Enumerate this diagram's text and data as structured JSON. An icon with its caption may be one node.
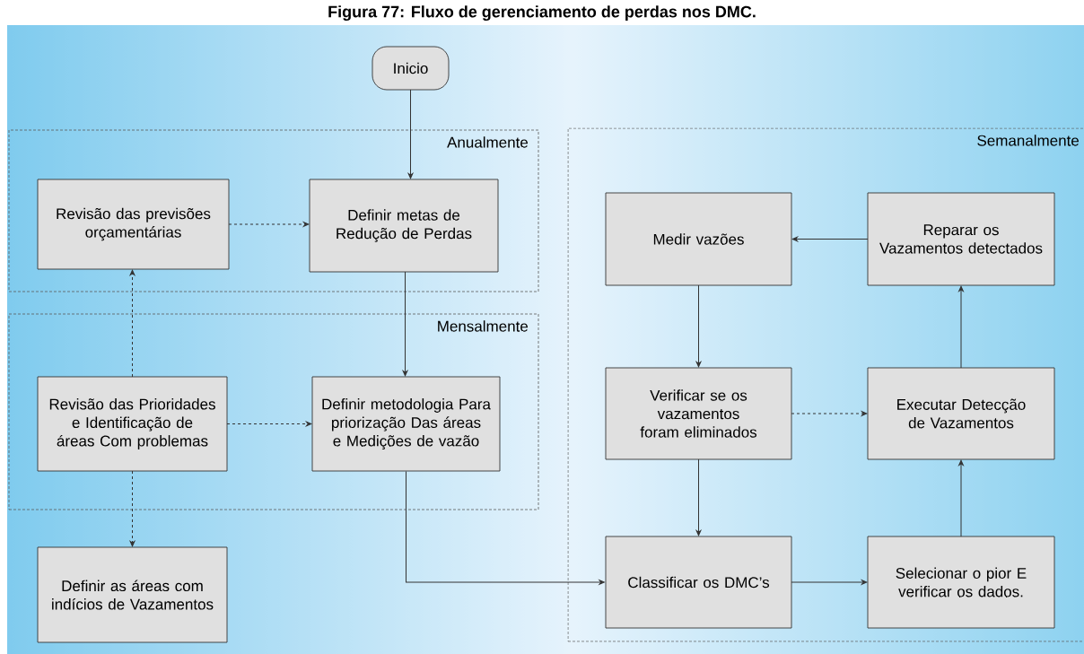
{
  "diagram": {
    "title": "Figura 77: Fluxo de gerenciamento de perdas nos DMC.",
    "nodes": [
      {
        "text": [
          "Inicio"
        ]
      },
      {
        "text": [
          "Anualmente"
        ]
      },
      {
        "text": [
          "Revisão das previsões orçamentárias"
        ],
        "in": 1
      },
      {
        "text": [
          "Definir metas de Redução de Perdas"
        ],
        "in": 1
      },
      {
        "text": [
          "Mensalmente"
        ]
      },
      {
        "text": [
          "Revisão das Prioridades e Identificação de áreas Com problemas"
        ],
        "in": 4
      },
      {
        "text": [
          "Definir metodologia Para priorização Das áreas e Medições de vazão"
        ],
        "in": 4
      },
      {
        "text": [
          "Definir as áreas com indícios de Vazamentos"
        ]
      },
      {
        "text": [
          "Semanalmente"
        ]
      },
      {
        "text": [
          "Medir vazões"
        ],
        "in": 8
      },
      {
        "text": [
          "Reparar os Vazamentos detectados"
        ],
        "in": 8
      },
      {
        "text": [
          "Verificar se os vazamentos foram eliminados"
        ],
        "in": 8
      },
      {
        "text": [
          "Executar Detecção de Vazamentos"
        ],
        "in": 8
      },
      {
        "text": [
          "Classificar os DMC’s"
        ],
        "in": 8
      },
      {
        "text": [
          "Selecionar o pior E verificar os dados."
        ],
        "in": 8
      }
    ],
    "edges": [
      {
        "from": 0,
        "to": 3,
        "arrow": "to"
      },
      {
        "from": 2,
        "to": 3,
        "arrow": "to",
        "style": "dashed"
      },
      {
        "from": 3,
        "to": 6,
        "arrow": "to"
      },
      {
        "from": 5,
        "to": 6,
        "arrow": "to",
        "style": "dashed"
      },
      {
        "from": 5,
        "to": 2,
        "arrow": "to",
        "style": "dashed"
      },
      {
        "from": 5,
        "to": 7,
        "arrow": "to",
        "style": "dashed"
      },
      {
        "from": 6,
        "to": 13,
        "arrow": "to"
      },
      {
        "from": 10,
        "to": 9,
        "arrow": "to"
      },
      {
        "from": 9,
        "to": 11,
        "arrow": "to"
      },
      {
        "from": 11,
        "to": 12,
        "arrow": "to",
        "style": "dashed"
      },
      {
        "from": 11,
        "to": 13,
        "arrow": "to"
      },
      {
        "from": 13,
        "to": 14,
        "arrow": "to"
      },
      {
        "from": 14,
        "to": 12,
        "arrow": "to"
      },
      {
        "from": 12,
        "to": 10,
        "arrow": "to"
      }
    ]
  }
}
